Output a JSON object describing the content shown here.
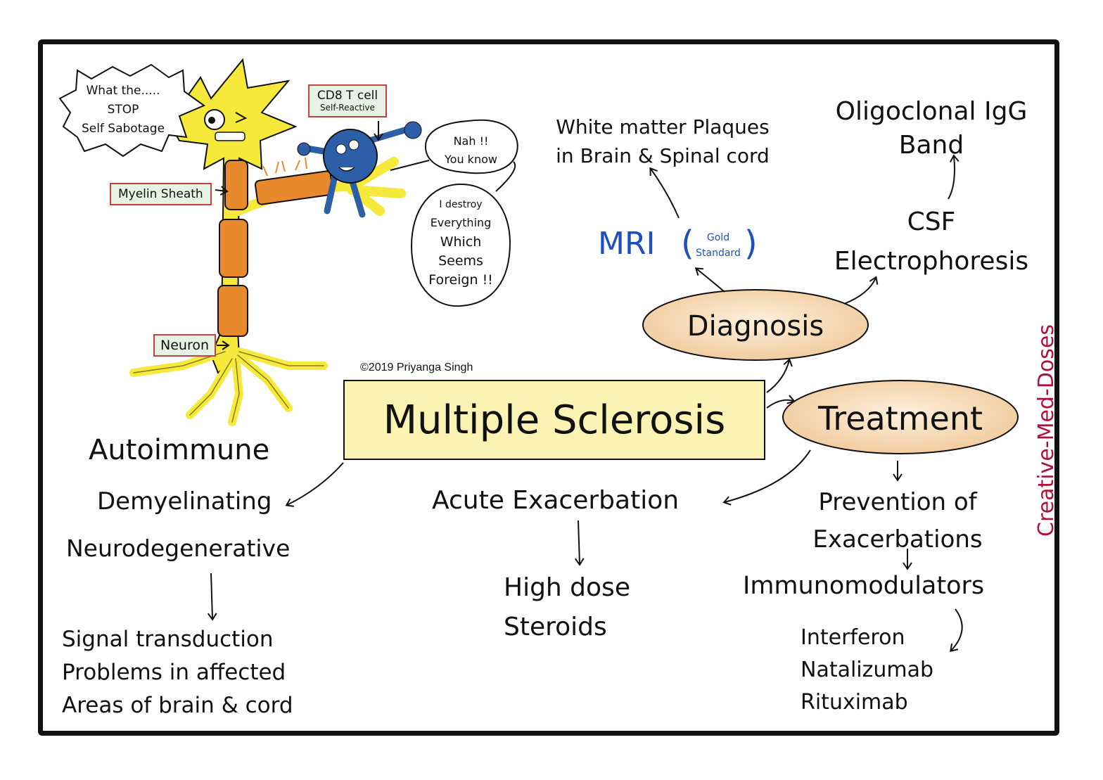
{
  "title": "Multiple Sclerosis",
  "copyright": "©2019 Priyanga Singh",
  "watermark": "Creative-Med-Doses",
  "cartoon": {
    "neuron_bubble": [
      "What the.....",
      "STOP",
      "Self Sabotage"
    ],
    "tcell_label": {
      "line1": "CD8 T cell",
      "line2": "Self-Reactive"
    },
    "myelin_label": "Myelin Sheath",
    "neuron_label": "Neuron",
    "tcell_bubble1": [
      "Nah !!",
      "You know"
    ],
    "tcell_bubble2": [
      "I destroy",
      "Everything",
      "Which",
      "Seems",
      "Foreign !!"
    ]
  },
  "left": {
    "heading": "Autoimmune",
    "types": [
      "Demyelinating",
      "Neurodegenerative"
    ],
    "result": [
      "Signal transduction",
      "Problems in affected",
      "Areas of brain & cord"
    ]
  },
  "diagnosis": {
    "label": "Diagnosis",
    "mri": "MRI",
    "mri_note": [
      "Gold",
      "Standard"
    ],
    "mri_finding": [
      "White matter Plaques",
      "in Brain & Spinal cord"
    ],
    "csf": [
      "CSF",
      "Electrophoresis"
    ],
    "csf_finding": [
      "Oligoclonal IgG",
      "Band"
    ]
  },
  "treatment": {
    "label": "Treatment",
    "acute": "Acute Exacerbation",
    "acute_tx": [
      "High dose",
      "Steroids"
    ],
    "prevention": [
      "Prevention of",
      "Exacerbations"
    ],
    "immuno": "Immunomodulators",
    "drugs": [
      "Interferon",
      "Natalizumab",
      "Rituximab"
    ]
  },
  "colors": {
    "mri": "#1f4fbf",
    "watermark": "#b0103a",
    "title_box": "#fbf3b3",
    "ellipse": "#f6dcb8",
    "neuron": "#f7e93a",
    "myelin": "#e8892e",
    "tcell": "#2c5fa8"
  }
}
